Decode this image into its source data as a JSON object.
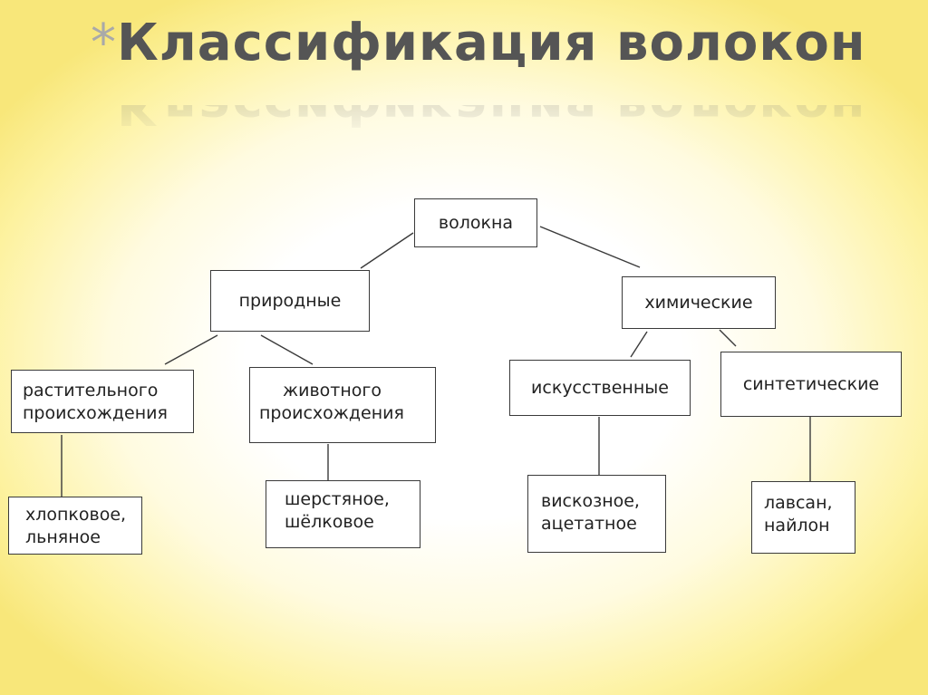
{
  "title": {
    "bullet": "*",
    "text": "Классификация волокон"
  },
  "diagram": {
    "root": "волокна",
    "natural": {
      "label": "природные",
      "plant": {
        "label_line1": "растительного",
        "label_line2": "происхождения",
        "examples_line1": "хлопковое,",
        "examples_line2": "льняное"
      },
      "animal": {
        "label_line1": "животного",
        "label_line2": "происхождения",
        "examples_line1": "шерстяное,",
        "examples_line2": "шёлковое"
      }
    },
    "chemical": {
      "label": "химические",
      "artificial": {
        "label": "искусственные",
        "examples_line1": "вискозное,",
        "examples_line2": "ацетатное"
      },
      "synthetic": {
        "label": "синтетические",
        "examples_line1": "лавсан,",
        "examples_line2": "найлон"
      }
    }
  },
  "colors": {
    "line": "#3a3a3a",
    "box_border": "#3a3a3a",
    "title_text": "#555555",
    "background_edge": "#f8e77a"
  }
}
